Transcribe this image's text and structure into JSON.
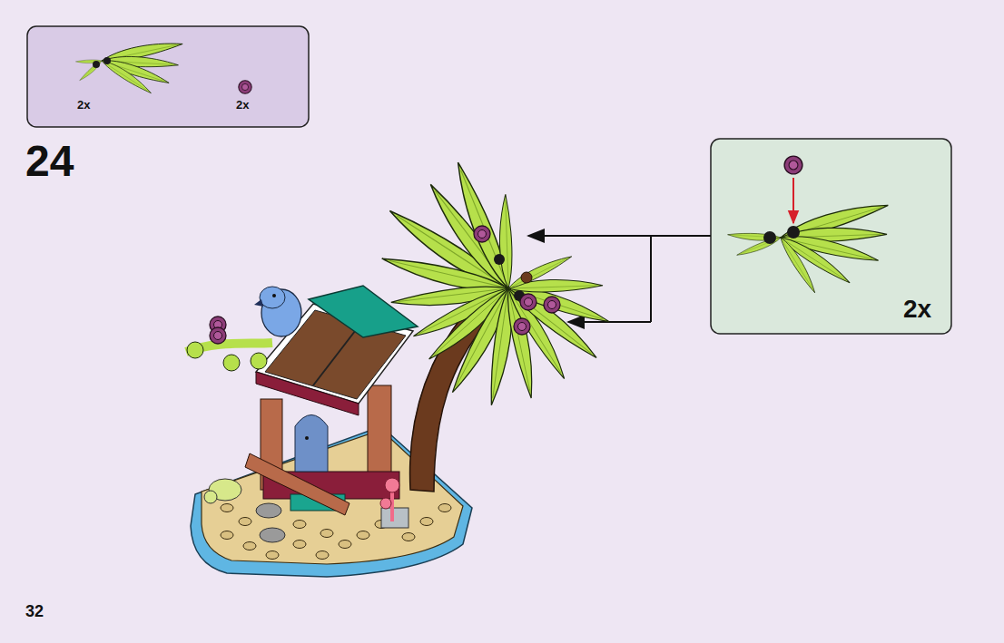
{
  "diagram": {
    "nodes": [
      {
        "text": [
          "2x",
          "2x"
        ]
      },
      {
        "text": [
          "2x"
        ]
      }
    ],
    "labels": [
      "24",
      "32"
    ]
  }
}
